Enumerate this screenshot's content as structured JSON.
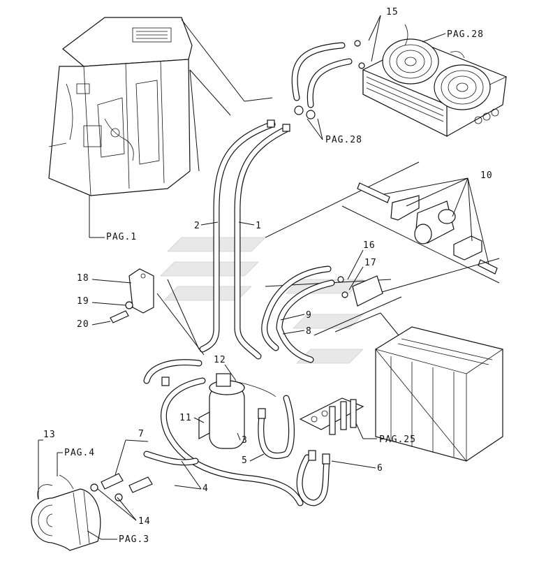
{
  "diagram": {
    "callouts": {
      "c1": "1",
      "c2": "2",
      "c3": "3",
      "c4": "4",
      "c5": "5",
      "c6": "6",
      "c7": "7",
      "c8": "8",
      "c9": "9",
      "c10": "10",
      "c11": "11",
      "c12": "12",
      "c13": "13",
      "c14": "14",
      "c15": "15",
      "c16": "16",
      "c17": "17",
      "c18": "18",
      "c19": "19",
      "c20": "20"
    },
    "page_refs": {
      "cab": "PAG.1",
      "condenser": "PAG.28",
      "condenser_fittings": "PAG.28",
      "evaporator": "PAG.25",
      "compressor_wire": "PAG.4",
      "compressor": "PAG.3"
    }
  }
}
